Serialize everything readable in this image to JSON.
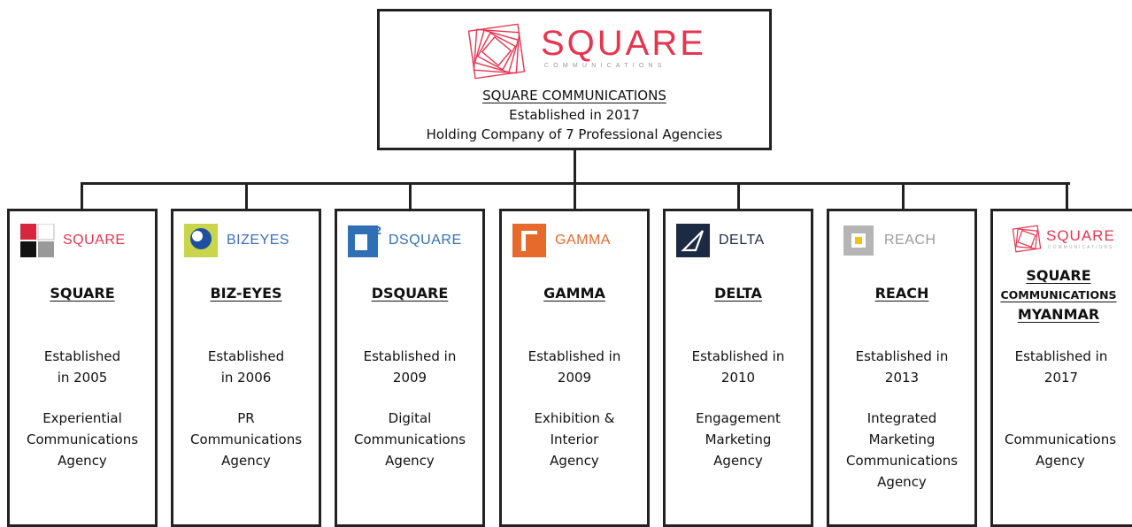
{
  "root": {
    "logo_word": "SQUARE",
    "logo_sub": "COMMUNICATIONS",
    "name": "SQUARE COMMUNICATIONS",
    "established": "Established in 2017",
    "description": "Holding Company of 7 Professional Agencies"
  },
  "colors": {
    "square_red": "#e8344e",
    "bizeyes_blue": "#3a6fb6",
    "dsquare_blue": "#2f6fb3",
    "gamma_orange": "#e56a2c",
    "delta_navy": "#1d2a44",
    "reach_gray": "#9a9a9a"
  },
  "children": [
    {
      "logo_word": "SQUARE",
      "name": "SQUARE",
      "est1": "Established",
      "est2": "in 2005",
      "desc": [
        "Experiential",
        "Communications",
        "Agency"
      ]
    },
    {
      "logo_word": "BIZEYES",
      "name": "BIZ-EYES",
      "est1": "Established",
      "est2": "in 2006",
      "desc": [
        "PR",
        "Communications",
        "Agency"
      ]
    },
    {
      "logo_word": "DSQUARE",
      "name": "DSQUARE",
      "est1": "Established in",
      "est2": "2009",
      "desc": [
        "Digital",
        "Communications",
        "Agency"
      ]
    },
    {
      "logo_word": "GAMMA",
      "name": "GAMMA",
      "est1": "Established in",
      "est2": "2009",
      "desc": [
        "Exhibition &",
        "Interior",
        "Agency"
      ]
    },
    {
      "logo_word": "DELTA",
      "name": "DELTA",
      "est1": "Established in",
      "est2": "2010",
      "desc": [
        "Engagement",
        "Marketing",
        "Agency"
      ]
    },
    {
      "logo_word": "REACH",
      "name": "REACH",
      "est1": "Established in",
      "est2": "2013",
      "desc": [
        "Integrated",
        "Marketing",
        "Communications",
        "Agency"
      ]
    },
    {
      "logo_word": "SQUARE",
      "logo_sub": "COMMUNICATIONS",
      "name1": "SQUARE",
      "name2": "COMMUNICATIONS",
      "name3": "MYANMAR",
      "est1": "Established in",
      "est2": "2017",
      "desc": [
        "",
        "Communications",
        "Agency"
      ]
    }
  ]
}
